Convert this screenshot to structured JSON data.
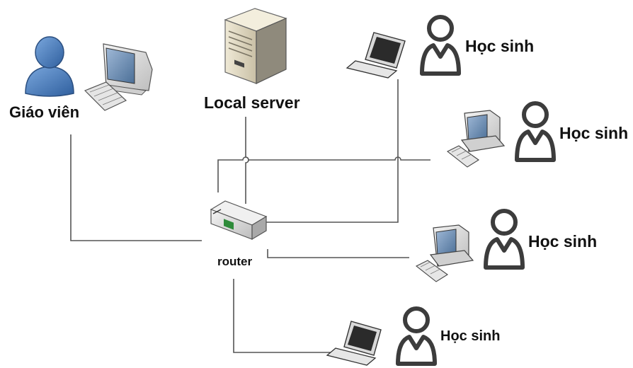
{
  "labels": {
    "teacher": "Giáo viên",
    "server": "Local server",
    "router": "router",
    "student_1": "Học sinh",
    "student_2": "Học sinh",
    "student_3": "Học sinh",
    "student_4": "Học sinh"
  },
  "colors": {
    "line": "#555555",
    "teacher_blue": "#4a7fc0",
    "person_outline": "#3c3c3c",
    "screen_blue": "#6f8fb5",
    "device_gray": "#d6d6d6"
  },
  "icons": [
    "teacher-person-icon",
    "desktop-monitor-icon",
    "server-tower-icon",
    "router-icon",
    "laptop-icon",
    "desktop-computer-icon",
    "student-person-icon"
  ]
}
